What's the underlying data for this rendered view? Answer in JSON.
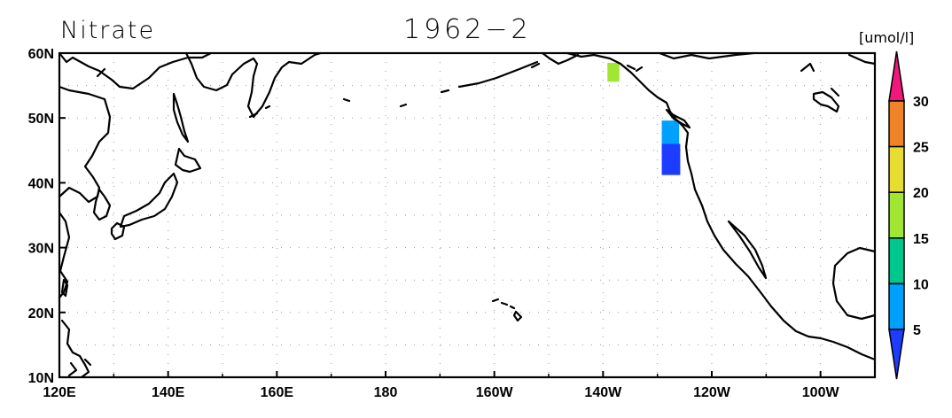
{
  "title": {
    "variable": "Nitrate",
    "date": "1962−2"
  },
  "units": "[umol/l]",
  "map": {
    "lon_range": [
      120,
      270
    ],
    "lat_range": [
      10,
      60
    ],
    "grid": "dotted",
    "lon_ticks": [
      {
        "value": 120,
        "label": "120E"
      },
      {
        "value": 140,
        "label": "140E"
      },
      {
        "value": 160,
        "label": "160E"
      },
      {
        "value": 180,
        "label": "180"
      },
      {
        "value": 200,
        "label": "160W"
      },
      {
        "value": 220,
        "label": "140W"
      },
      {
        "value": 240,
        "label": "120W"
      },
      {
        "value": 260,
        "label": "100W"
      }
    ],
    "lat_ticks": [
      {
        "value": 60,
        "label": "60N"
      },
      {
        "value": 50,
        "label": "50N"
      },
      {
        "value": 40,
        "label": "40N"
      },
      {
        "value": 30,
        "label": "30N"
      },
      {
        "value": 20,
        "label": "20N"
      },
      {
        "value": 10,
        "label": "10N"
      }
    ]
  },
  "colorbar": {
    "levels": [
      5,
      10,
      15,
      20,
      25,
      30
    ],
    "labels": [
      "5",
      "10",
      "15",
      "20",
      "25",
      "30"
    ],
    "colors": [
      "#1e3cff",
      "#00a0ff",
      "#00c88c",
      "#a0e632",
      "#e6dc32",
      "#f08228",
      "#f0187c"
    ]
  },
  "data_patches": [
    {
      "region": "gulf-of-alaska",
      "lon_range": [
        220.8,
        223.0
      ],
      "lat_range": [
        55.6,
        58.5
      ],
      "value_class": "15-20",
      "color": "#a0e632"
    },
    {
      "region": "oregon-coast-north",
      "lon_range": [
        230.8,
        234.0
      ],
      "lat_range": [
        44.5,
        49.6
      ],
      "value_class": "5-10",
      "color": "#00a0ff"
    },
    {
      "region": "oregon-coast-south",
      "lon_range": [
        230.8,
        234.2
      ],
      "lat_range": [
        41.2,
        46.0
      ],
      "value_class": "<5",
      "color": "#1e3cff"
    }
  ]
}
